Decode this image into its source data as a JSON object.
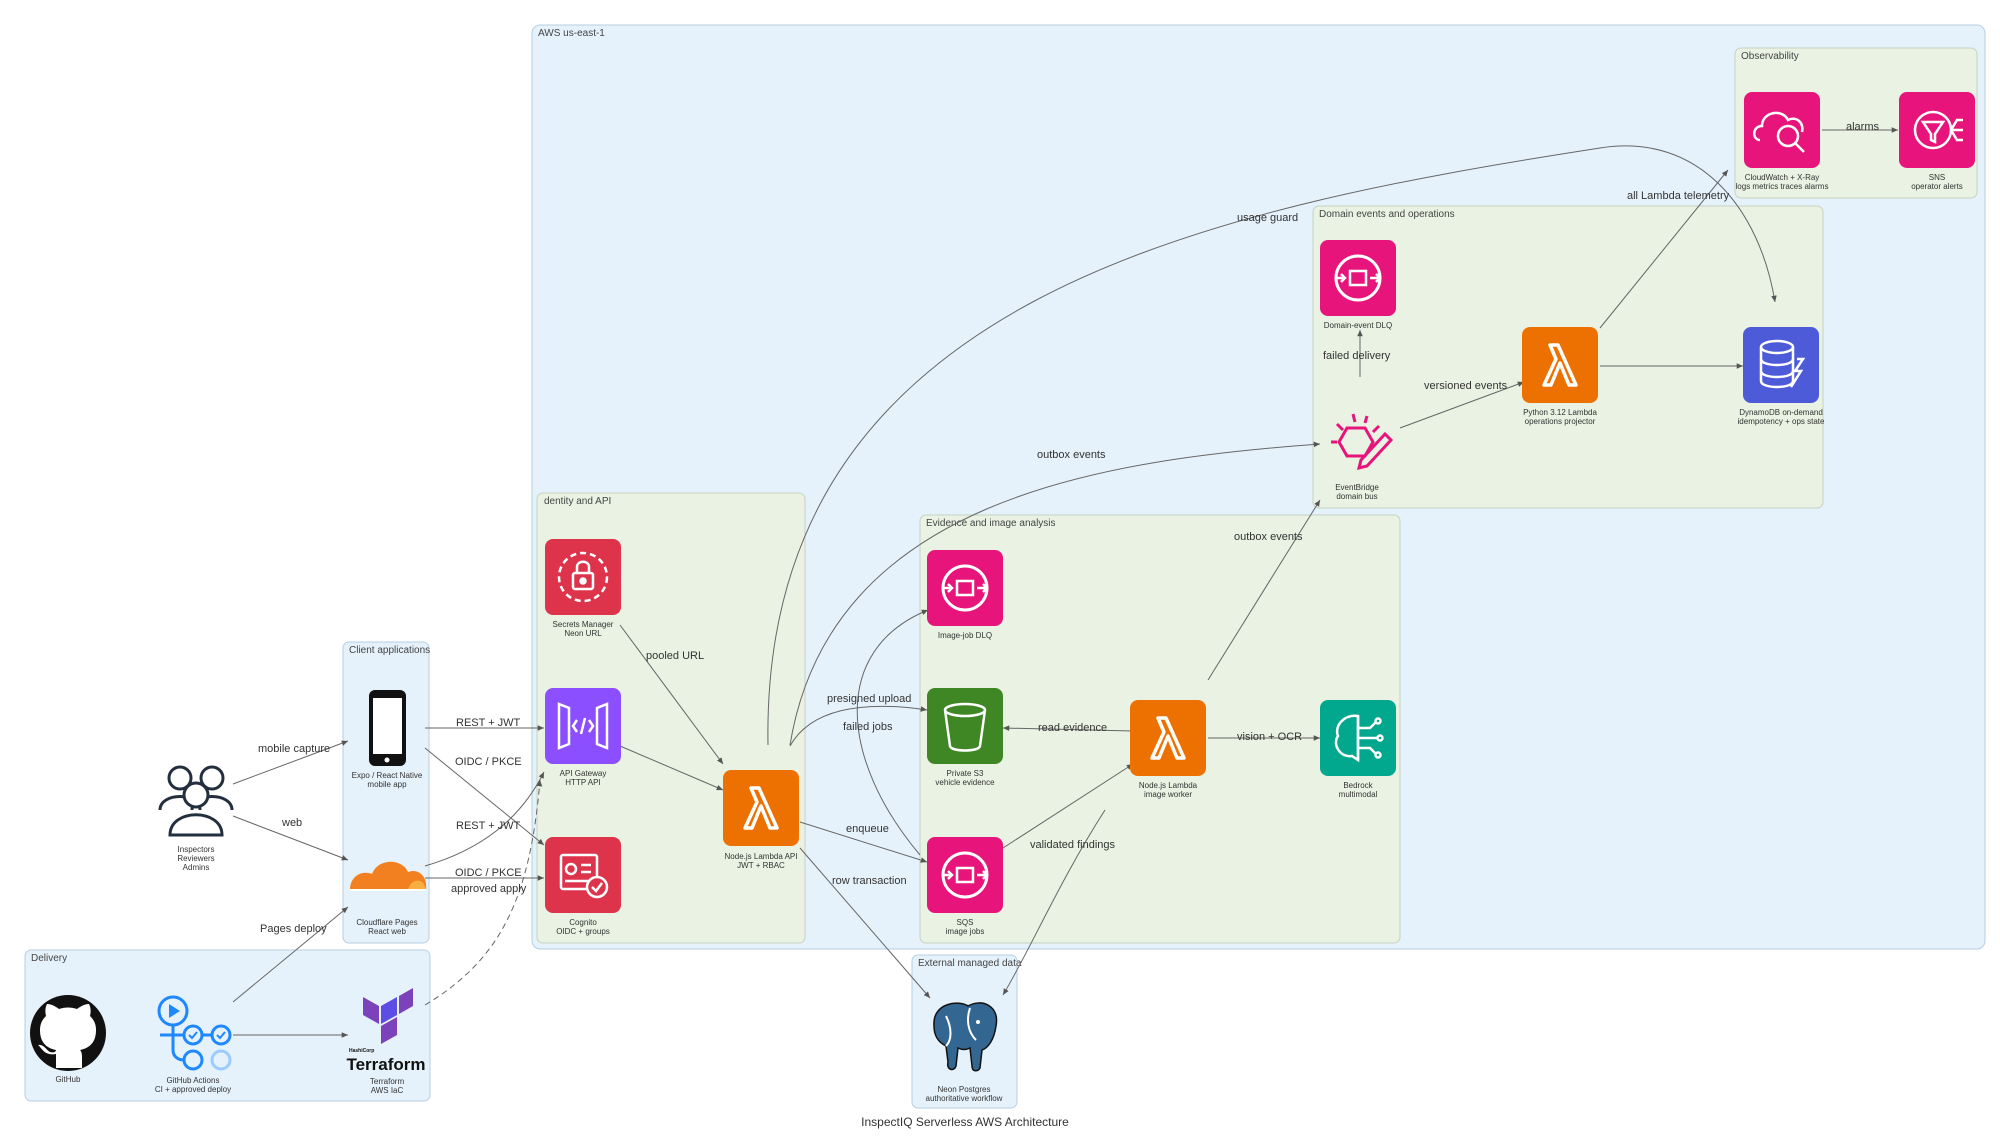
{
  "caption": "InspectIQ Serverless AWS Architecture",
  "clusters": {
    "aws": "AWS us-east-1",
    "observability": "Observability",
    "domain": "Domain events and operations",
    "identity": "dentity and API",
    "evidence": "Evidence and image analysis",
    "client": "Client applications",
    "delivery": "Delivery",
    "external": "External managed data"
  },
  "nodes": {
    "users": [
      "Inspectors",
      "Reviewers",
      "Admins"
    ],
    "mobile": [
      "Expo / React Native",
      "mobile app"
    ],
    "pages": [
      "Cloudflare Pages",
      "React web"
    ],
    "github": [
      "GitHub"
    ],
    "actions": [
      "GitHub Actions",
      "CI + approved deploy"
    ],
    "terraform": [
      "Terraform",
      "AWS IaC"
    ],
    "secrets": [
      "Secrets Manager",
      "Neon URL"
    ],
    "apigw": [
      "API Gateway",
      "HTTP API"
    ],
    "cognito": [
      "Cognito",
      "OIDC + groups"
    ],
    "lambda_api": [
      "Node.js Lambda API",
      "JWT + RBAC"
    ],
    "image_dlq": [
      "Image-job DLQ"
    ],
    "s3": [
      "Private S3",
      "vehicle evidence"
    ],
    "sqs": [
      "SQS",
      "image jobs"
    ],
    "worker": [
      "Node.js Lambda",
      "image worker"
    ],
    "bedrock": [
      "Bedrock",
      "multimodal"
    ],
    "neon": [
      "Neon Postgres",
      "authoritative workflow"
    ],
    "domain_dlq": [
      "Domain-event DLQ"
    ],
    "eventbridge": [
      "EventBridge",
      "domain bus"
    ],
    "projector": [
      "Python 3.12 Lambda",
      "operations projector"
    ],
    "dynamo": [
      "DynamoDB on-demand",
      "idempotency + ops state"
    ],
    "cloudwatch": [
      "CloudWatch + X-Ray",
      "logs metrics traces alarms"
    ],
    "sns": [
      "SNS",
      "operator alerts"
    ]
  },
  "terraform_wordmark": "Terraform",
  "terraform_brand": "HashiCorp",
  "edges": {
    "mobile_capture": "mobile capture",
    "web": "web",
    "pages_deploy": "Pages deploy",
    "rest_jwt_1": "REST + JWT",
    "oidc_pkce_1": "OIDC / PKCE",
    "rest_jwt_2": "REST + JWT",
    "oidc_pkce_2": "OIDC / PKCE",
    "approved_apply": "approved apply",
    "pooled_url": "pooled URL",
    "presigned_upload": "presigned upload",
    "failed_jobs": "failed jobs",
    "enqueue": "enqueue",
    "row_transaction": "row transaction",
    "read_evidence": "read evidence",
    "vision_ocr": "vision + OCR",
    "validated_findings": "validated findings",
    "outbox_events_1": "outbox events",
    "outbox_events_2": "outbox events",
    "usage_guard": "usage guard",
    "failed_delivery": "failed delivery",
    "versioned_events": "versioned events",
    "all_lambda_telemetry": "all Lambda telemetry",
    "alarms": "alarms"
  },
  "colors": {
    "aws_bg": "#e6f2fb",
    "group_bg": "#e9f2e3",
    "lambda": "#ed7100",
    "security": "#dd344c",
    "network": "#8c4fff",
    "integration": "#e7157b",
    "storage": "#3f8624",
    "ml": "#01a88d",
    "database": "#4d5bd9",
    "cloudflare": "#f38020",
    "terraform": "#7b42bc",
    "neon_blue": "#336791"
  },
  "icons": {
    "users": "users-icon",
    "mobile": "phone-icon",
    "pages": "cloud-icon",
    "github": "github-icon",
    "actions": "pipeline-icon",
    "terraform": "terraform-icon",
    "secrets": "lock-icon",
    "apigw": "api-icon",
    "cognito": "id-card-icon",
    "lambda": "lambda-icon",
    "queue": "queue-icon",
    "s3": "bucket-icon",
    "bedrock": "brain-icon",
    "neon": "elephant-icon",
    "eventbridge": "eventbus-icon",
    "dynamo": "database-icon",
    "cloudwatch": "monitor-icon",
    "sns": "notification-icon"
  }
}
